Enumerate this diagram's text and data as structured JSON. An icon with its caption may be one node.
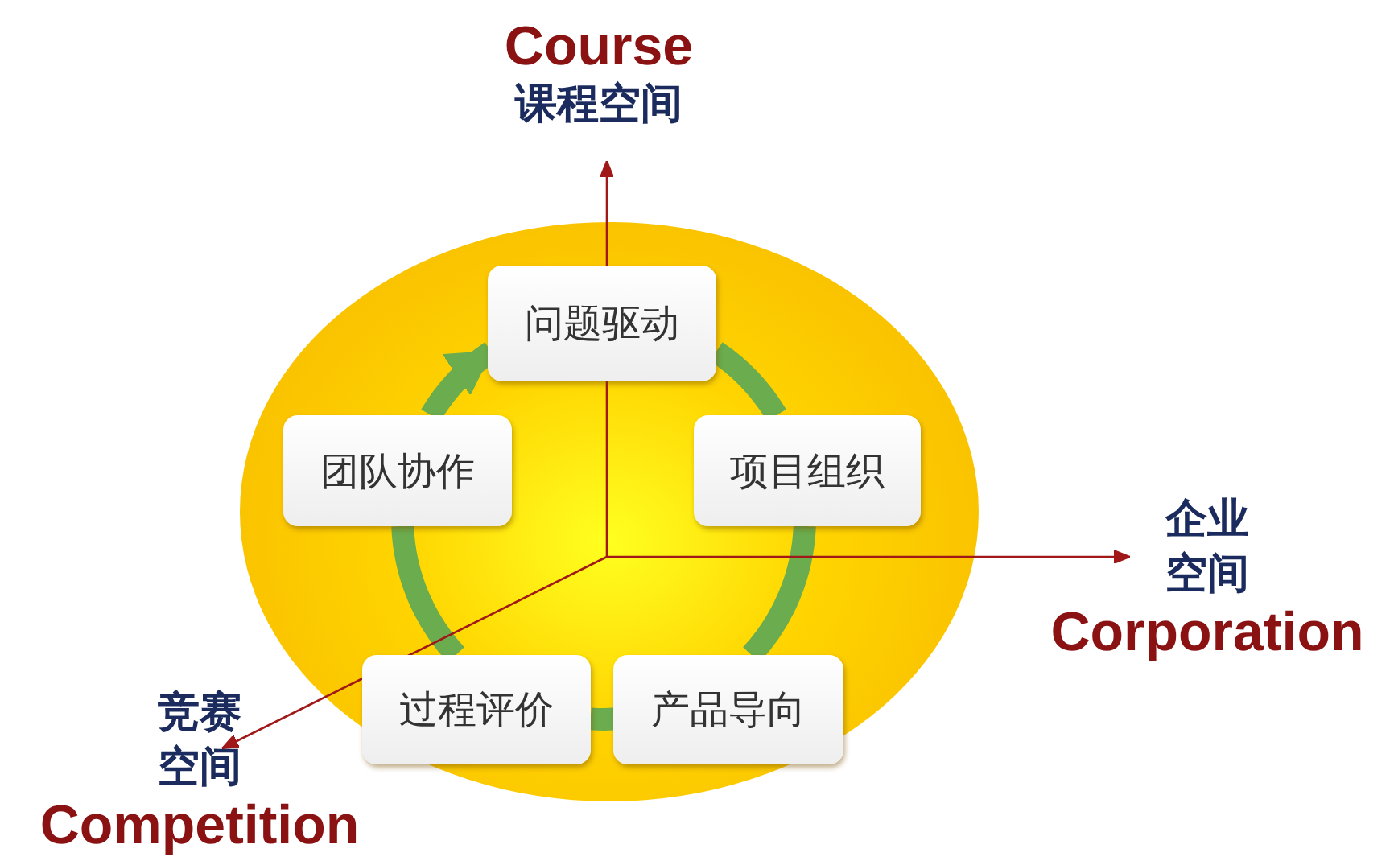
{
  "diagram": {
    "nodes": [
      {
        "text": [],
        "shape": "circle"
      },
      {
        "text": [
          "问题驱动"
        ],
        "in": 0
      },
      {
        "text": [
          "项目组织"
        ],
        "in": 0
      },
      {
        "text": [
          "产品导向"
        ],
        "in": 0
      },
      {
        "text": [
          "过程评价"
        ],
        "in": 0
      },
      {
        "text": [
          "团队协作"
        ],
        "in": 0
      },
      {
        "text": [
          "Course",
          "课程空间"
        ]
      },
      {
        "text": [
          "企业空间",
          "Corporation"
        ]
      },
      {
        "text": [
          "竞赛空间",
          "Competition"
        ]
      }
    ],
    "edges": [
      {
        "from": 1,
        "to": 2,
        "arrow": "none",
        "color": "#6aac4e"
      },
      {
        "from": 2,
        "to": 3,
        "arrow": "none",
        "color": "#6aac4e"
      },
      {
        "from": 3,
        "to": 4,
        "arrow": "none",
        "color": "#6aac4e"
      },
      {
        "from": 4,
        "to": 5,
        "arrow": "none",
        "color": "#6aac4e"
      },
      {
        "from": 5,
        "to": 1,
        "arrow": "to",
        "color": "#6aac4e"
      },
      {
        "from": null,
        "to": 6,
        "arrow": "to",
        "color": "#a01818"
      },
      {
        "from": null,
        "to": 7,
        "arrow": "to",
        "color": "#a01818"
      },
      {
        "from": null,
        "to": 8,
        "arrow": "to",
        "color": "#a01818"
      }
    ]
  }
}
